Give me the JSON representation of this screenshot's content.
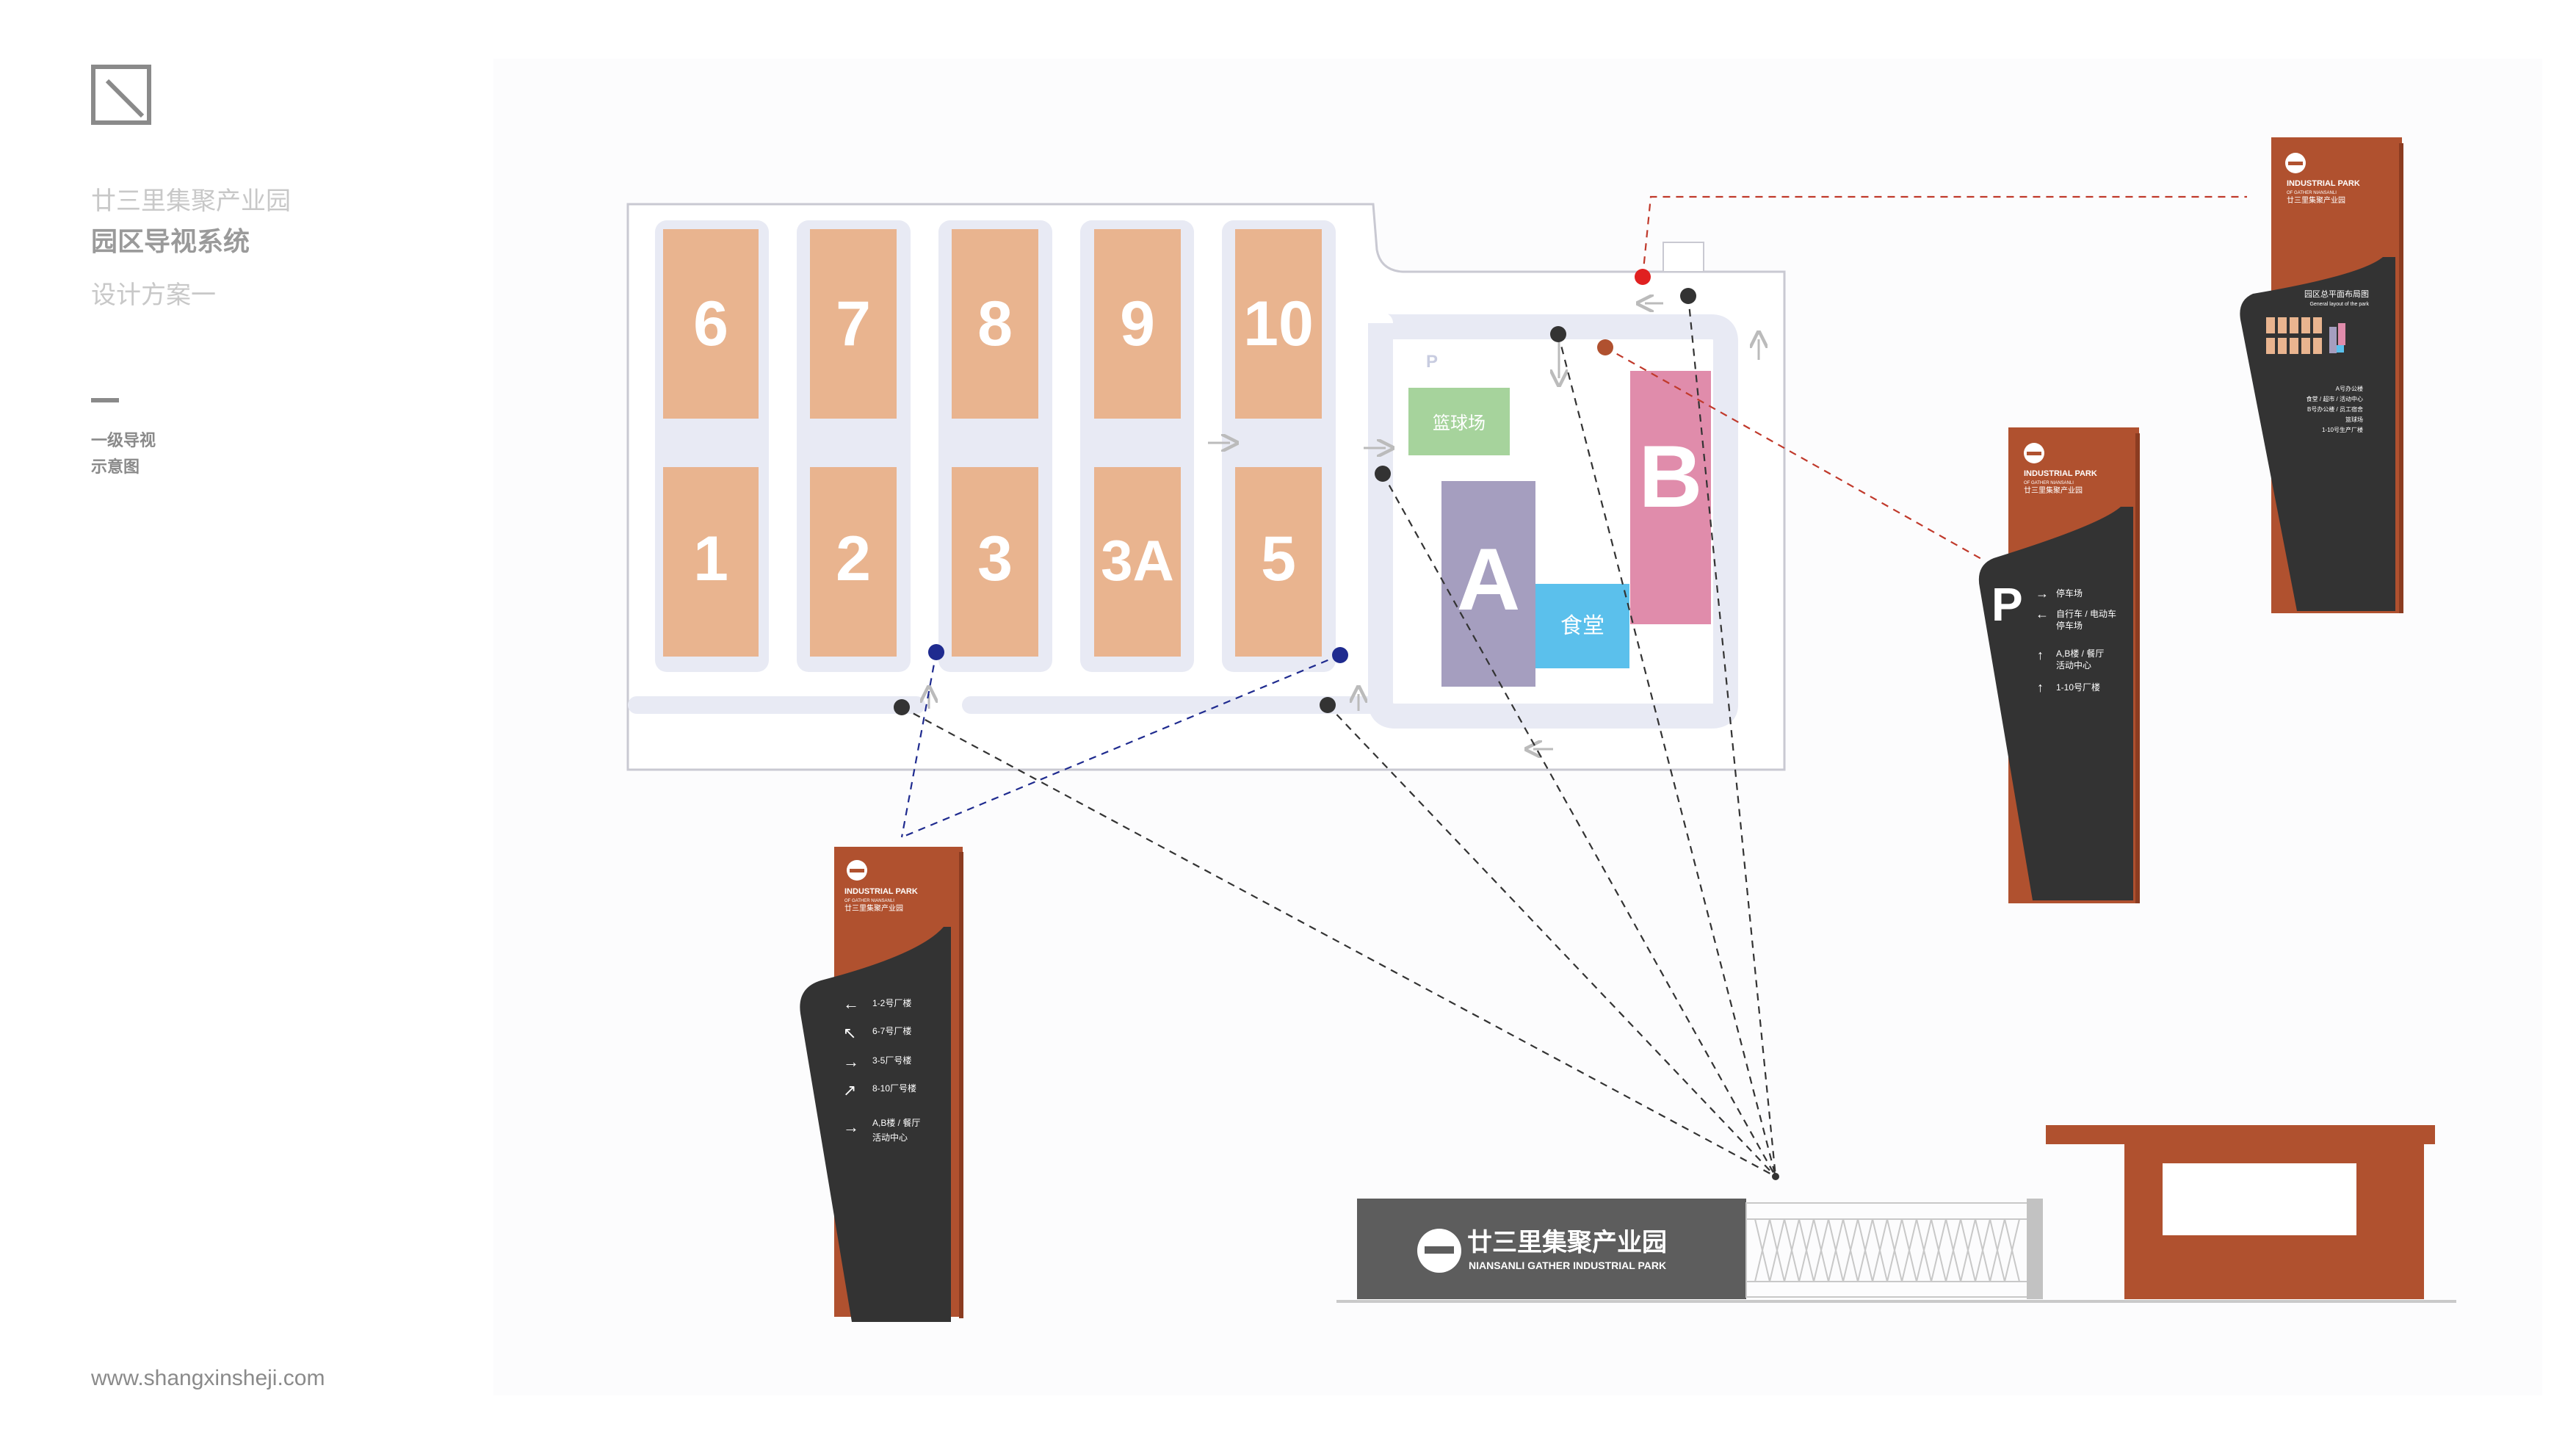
{
  "header": {
    "park_name": "廿三里集聚产业园",
    "system_title": "园区导视系统",
    "plan_label": "设计方案一",
    "section_line1": "一级导视",
    "section_line2": "示意图"
  },
  "footer": {
    "website": "www.shangxinsheji.com"
  },
  "map": {
    "buildings_top": [
      "6",
      "7",
      "8",
      "9",
      "10"
    ],
    "buildings_bottom": [
      "1",
      "2",
      "3",
      "3A",
      "5"
    ],
    "building_a": "A",
    "building_b": "B",
    "court": "篮球场",
    "canteen": "食堂",
    "parking": "P"
  },
  "sign_left": {
    "brand_en": "INDUSTRIAL PARK",
    "brand_sub": "OF GATHER NIANSANLI",
    "brand_cn": "廿三里集聚产业园",
    "items": [
      "1-2号厂楼",
      "6-7号厂楼",
      "3-5厂号楼",
      "8-10厂号楼",
      "A,B楼 / 餐厅",
      "活动中心"
    ]
  },
  "sign_mid": {
    "brand_en": "INDUSTRIAL PARK",
    "brand_sub": "OF GATHER NIANSANLI",
    "brand_cn": "廿三里集聚产业园",
    "parking_letter": "P",
    "items": [
      "停车场",
      "自行车 / 电动车",
      "停车场",
      "A,B楼 / 餐厅",
      "活动中心",
      "1-10号厂楼"
    ]
  },
  "sign_right": {
    "brand_en": "INDUSTRIAL PARK",
    "brand_sub": "OF GATHER NIANSANLI",
    "brand_cn": "廿三里集聚产业园",
    "map_title": "园区总平面布局图",
    "map_sub": "General layout of the park",
    "legend": [
      "A号办公楼",
      "食堂 / 超市 / 活动中心",
      "B号办公楼 / 员工宿舍",
      "篮球场",
      "1-10号生产厂楼"
    ]
  },
  "gate": {
    "name_cn": "廿三里集聚产业园",
    "name_en": "NIANSANLI GATHER INDUSTRIAL PARK"
  },
  "colors": {
    "building": "#e9b48f",
    "building_a": "#a59ebf",
    "building_b": "#e08cab",
    "court": "#a6d39c",
    "canteen": "#5bc0ec",
    "sign_rust": "#b0512f",
    "sign_dark": "#333333",
    "gate_gray": "#5d5d5d",
    "road": "#e8eaf4"
  }
}
